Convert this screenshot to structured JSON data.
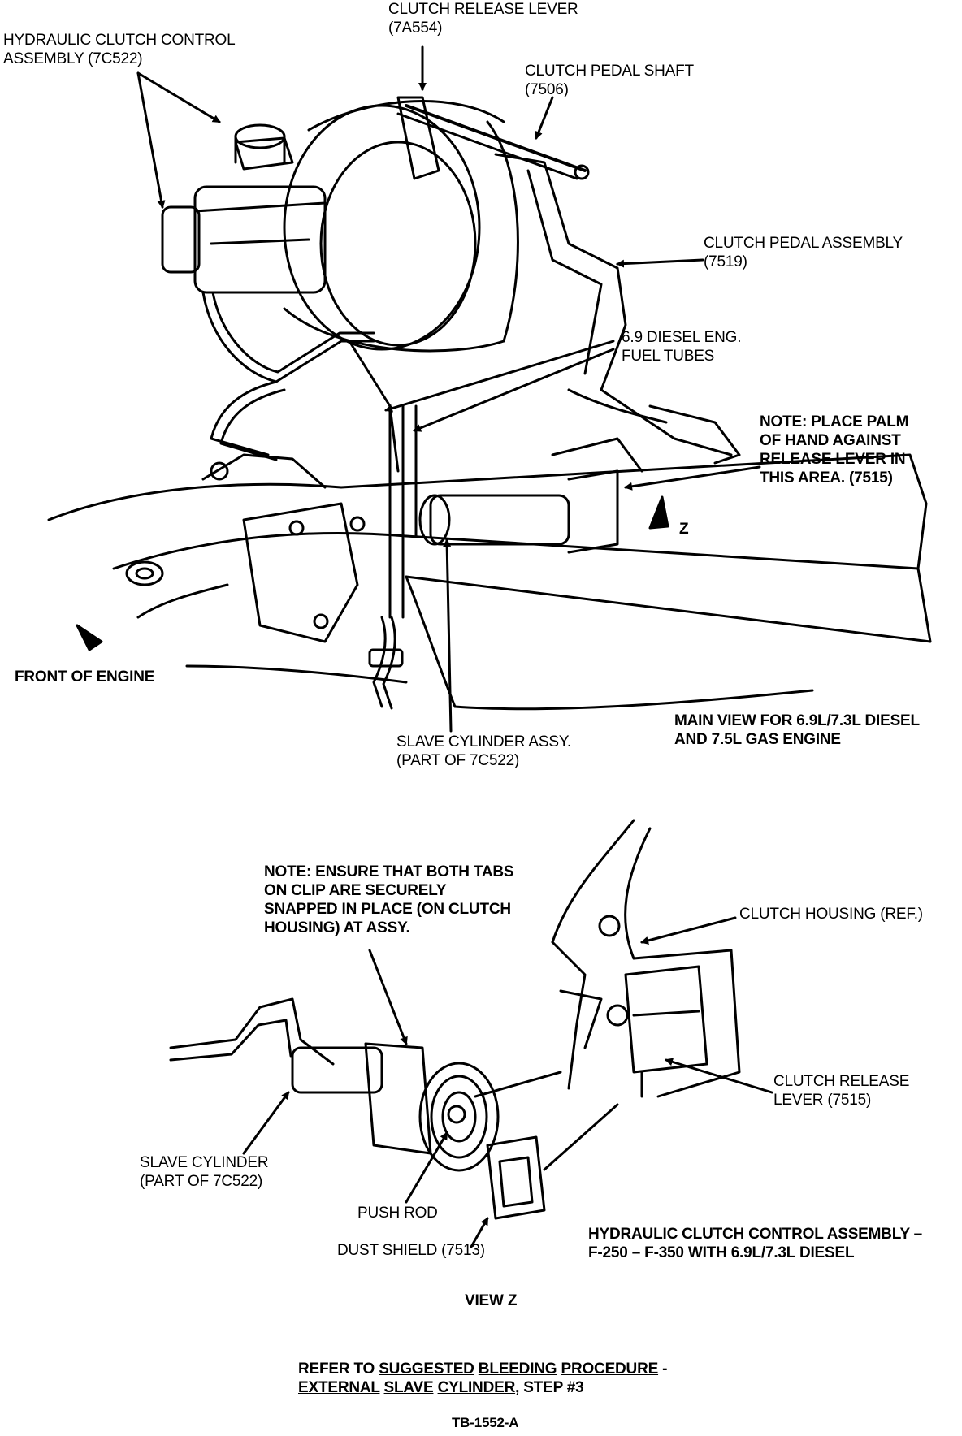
{
  "main_view": {
    "labels": {
      "hydraulic_clutch_control": [
        "HYDRAULIC CLUTCH CONTROL",
        "ASSEMBLY (7C522)"
      ],
      "clutch_release_lever_top": [
        "CLUTCH RELEASE LEVER",
        "(7A554)"
      ],
      "clutch_pedal_shaft": [
        "CLUTCH PEDAL SHAFT",
        "(7506)"
      ],
      "clutch_pedal_assembly": [
        "CLUTCH PEDAL ASSEMBLY",
        "(7519)"
      ],
      "diesel_fuel_tubes": [
        "6.9 DIESEL ENG.",
        "FUEL TUBES"
      ],
      "note_palm": [
        "NOTE:  PLACE PALM",
        "OF HAND AGAINST",
        "RELEASE LEVER IN",
        "THIS AREA. (7515)"
      ],
      "view_z_marker": "Z",
      "front_of_engine": "FRONT OF ENGINE",
      "slave_cylinder_assy": [
        "SLAVE CYLINDER ASSY.",
        "(PART OF 7C522)"
      ],
      "main_view_caption": [
        "MAIN VIEW FOR 6.9L/7.3L DIESEL",
        "AND 7.5L GAS ENGINE"
      ]
    }
  },
  "view_z": {
    "labels": {
      "note_tabs": [
        "NOTE:  ENSURE THAT BOTH TABS",
        "ON CLIP ARE SECURELY",
        "SNAPPED IN PLACE (ON CLUTCH",
        "HOUSING) AT ASSY."
      ],
      "clutch_housing": "CLUTCH HOUSING (REF.)",
      "clutch_release_lever": [
        "CLUTCH RELEASE",
        "LEVER (7515)"
      ],
      "slave_cylinder": [
        "SLAVE CYLINDER",
        "(PART OF 7C522)"
      ],
      "push_rod": "PUSH ROD",
      "dust_shield": "DUST SHIELD (7513)",
      "assembly_caption": [
        "HYDRAULIC CLUTCH CONTROL ASSEMBLY –",
        "F-250 – F-350 WITH 6.9L/7.3L DIESEL"
      ],
      "view_title": "VIEW Z"
    }
  },
  "footer": {
    "refer_line1": [
      "REFER TO ",
      "SUGGESTED",
      " ",
      "BLEEDING",
      " ",
      "PROCEDURE",
      " -"
    ],
    "refer_line2": [
      "EXTERNAL",
      " ",
      "SLAVE",
      " ",
      "CYLINDER",
      ", STEP #3"
    ],
    "figure_id": "TB-1552-A"
  },
  "colors": {
    "ink": "#000000",
    "paper": "#ffffff"
  }
}
